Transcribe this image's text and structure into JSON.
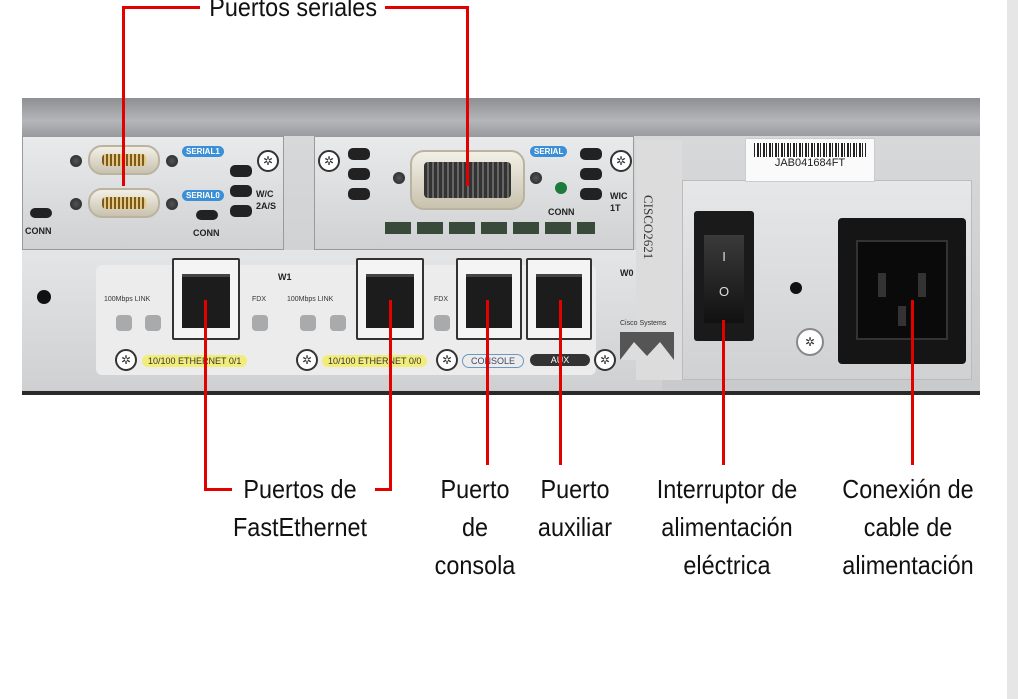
{
  "labels": {
    "serial_ports": "Puertos seriales",
    "fastethernet": [
      "Puertos de",
      "FastEthernet"
    ],
    "console": [
      "Puerto",
      "de",
      "consola"
    ],
    "aux": [
      "Puerto",
      "auxiliar"
    ],
    "power_switch": [
      "Interruptor de",
      "alimentación",
      "eléctrica"
    ],
    "power_cable": [
      "Conexión de",
      "cable de",
      "alimentación"
    ]
  },
  "device": {
    "serial1": "SERIAL1",
    "serial0": "SERIAL0",
    "conn": "CONN",
    "wic_2as": "W/C 2A/S",
    "serial": "SERIAL",
    "wic_1t": "WIC 1T",
    "w1": "W1",
    "w0": "W0",
    "speed_link": "100Mbps LINK",
    "fdx": "FDX",
    "eth01": "10/100 ETHERNET 0/1",
    "eth00": "10/100 ETHERNET 0/0",
    "console": "CONSOLE",
    "aux": "AUX",
    "model": "CISCO2621",
    "brand": "Cisco Systems",
    "serial_number": "JAB041684FT",
    "switch_on": "I",
    "switch_off": "O"
  },
  "colors": {
    "callout": "#e30000",
    "serial_tag": "#3a8fd6",
    "ethernet_tag": "#f2ec7a"
  }
}
